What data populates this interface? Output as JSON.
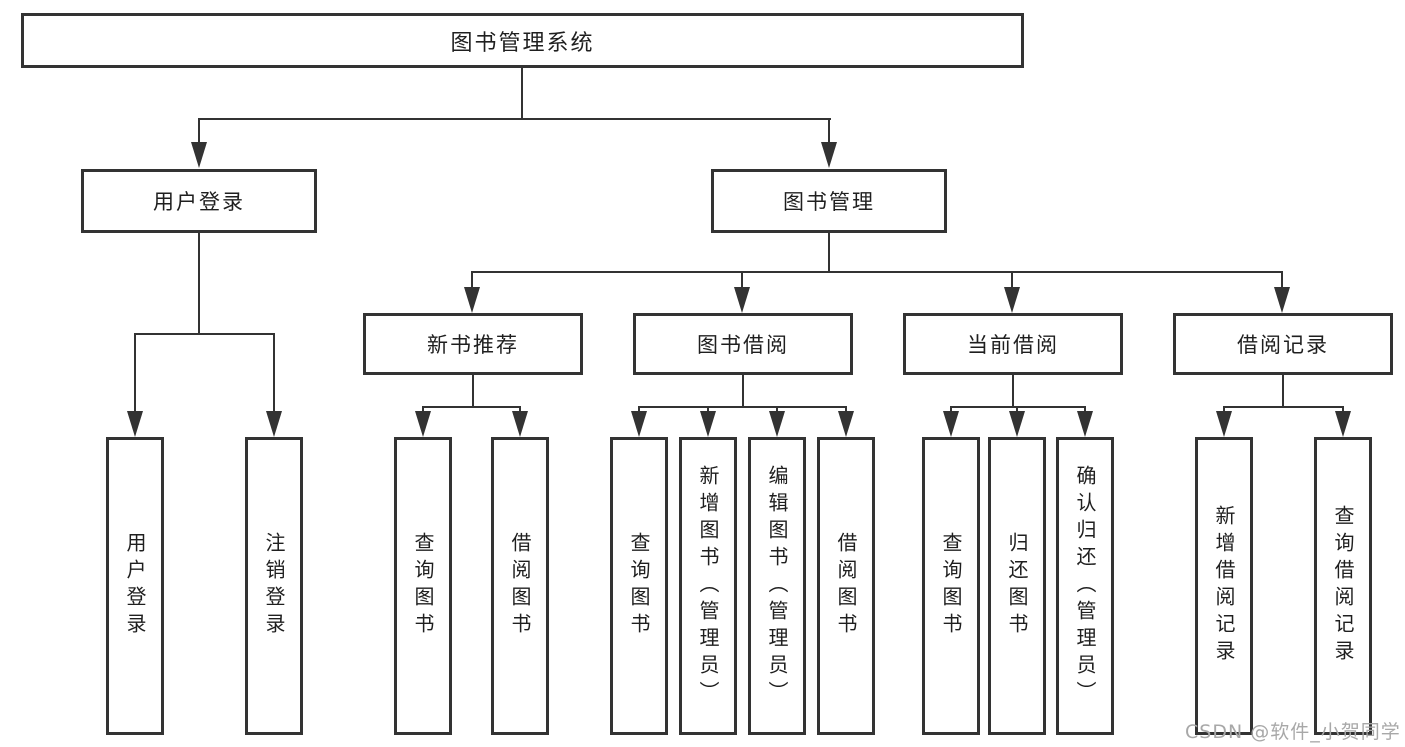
{
  "diagram": {
    "title_node": {
      "label": "图书管理系统"
    },
    "level2": [
      {
        "label": "用户登录"
      },
      {
        "label": "图书管理"
      }
    ],
    "level3": [
      {
        "label": "新书推荐"
      },
      {
        "label": "图书借阅"
      },
      {
        "label": "当前借阅"
      },
      {
        "label": "借阅记录"
      }
    ],
    "leaves": [
      {
        "label": "用户登录"
      },
      {
        "label": "注销登录"
      },
      {
        "label": "查询图书"
      },
      {
        "label": "借阅图书"
      },
      {
        "label": "查询图书"
      },
      {
        "label": "新增图书（管理员）"
      },
      {
        "label": "编辑图书（管理员）"
      },
      {
        "label": "借阅图书"
      },
      {
        "label": "查询图书"
      },
      {
        "label": "归还图书"
      },
      {
        "label": "确认归还（管理员）"
      },
      {
        "label": "新增借阅记录"
      },
      {
        "label": "查询借阅记录"
      }
    ],
    "colors": {
      "line": "#333333",
      "text": "#1f1f1f",
      "background": "#ffffff",
      "watermark": "#a8a8a8"
    }
  },
  "watermark": {
    "text": "CSDN @软件_小贺同学"
  }
}
